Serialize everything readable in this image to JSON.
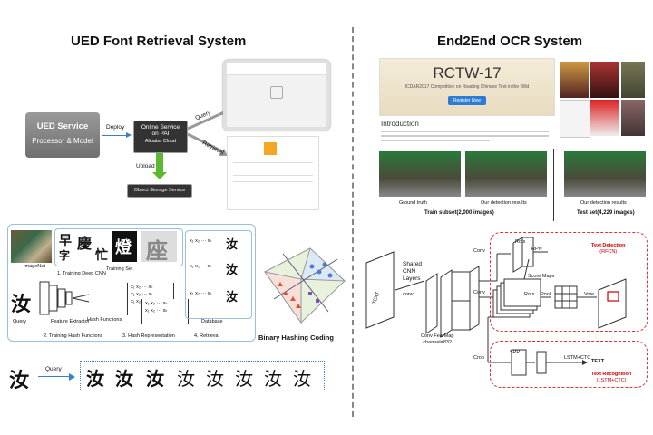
{
  "left": {
    "title": "UED Font Retrieval System",
    "service": {
      "line1": "UED Service",
      "line2": "Processor & Model"
    },
    "deploy_label": "Deploy",
    "online_service": {
      "line1": "Online Service",
      "line2": "on PAI",
      "brand": "Alibaba Cloud"
    },
    "upload_label": "Upload",
    "storage_label": "Object Storage Service",
    "query_label": "Query",
    "retrieval_label": "Retrieval",
    "pipeline": {
      "imagenet_label": "ImageNet",
      "training_set_label": "Training Set",
      "step1": "1. Training Deep CNN",
      "feature_extractor": "Feature Extractor",
      "hash_functions": "Hash Functions",
      "query_char": "汝",
      "query_label": "Query",
      "step2": "2. Training Hash Functions",
      "step3": "3. Hash Representation",
      "step4": "4. Retrieval",
      "database_label": "Database",
      "db_chars": [
        "汝",
        "汝",
        "汝"
      ],
      "hash_row": "x₁ x₂ ··· xₖ"
    },
    "binary_hashing_label": "Binary Hashing Coding",
    "bottom": {
      "query_char": "汝",
      "query_label": "Query",
      "results": [
        "汝",
        "汝",
        "汝",
        "汝",
        "汝",
        "汝",
        "汝",
        "汝"
      ]
    }
  },
  "right": {
    "title": "End2End OCR System",
    "banner": {
      "heading": "RCTW-17",
      "sub": "ICDAR2017 Competition on Reading Chinese Text in the Wild",
      "button": "Register Now"
    },
    "intro_heading": "Introduction",
    "ground_truth_label": "Ground truth",
    "detection_label_1": "Our detection results",
    "train_subset_label": "Train subset(2,000 images)",
    "detection_label_2": "Our detection results",
    "test_set_label": "Test set(4,229 images)",
    "diagram": {
      "text_input": "TEXT",
      "shared_cnn": [
        "Shared",
        "CNN",
        "Layers"
      ],
      "conv": "conv",
      "fea_map": [
        "Conv Fea-Map",
        "channel=832"
      ],
      "conv_a": "Conv",
      "conv_b": "Conv",
      "rpn": "RPN",
      "rois": "RoIs",
      "score_maps": "Score Maps",
      "rois_b": "RoIs",
      "pool": "Pool",
      "vote": "Vote",
      "text_detection": [
        "Text Detection",
        "(RFCN)"
      ],
      "crop": "Crop",
      "spp": "SPP",
      "lstm_ctc": "LSTM+CTC",
      "text_output": "TEXT",
      "text_recognition": [
        "Text Recognition",
        "(LSTM+CTC)"
      ]
    }
  }
}
